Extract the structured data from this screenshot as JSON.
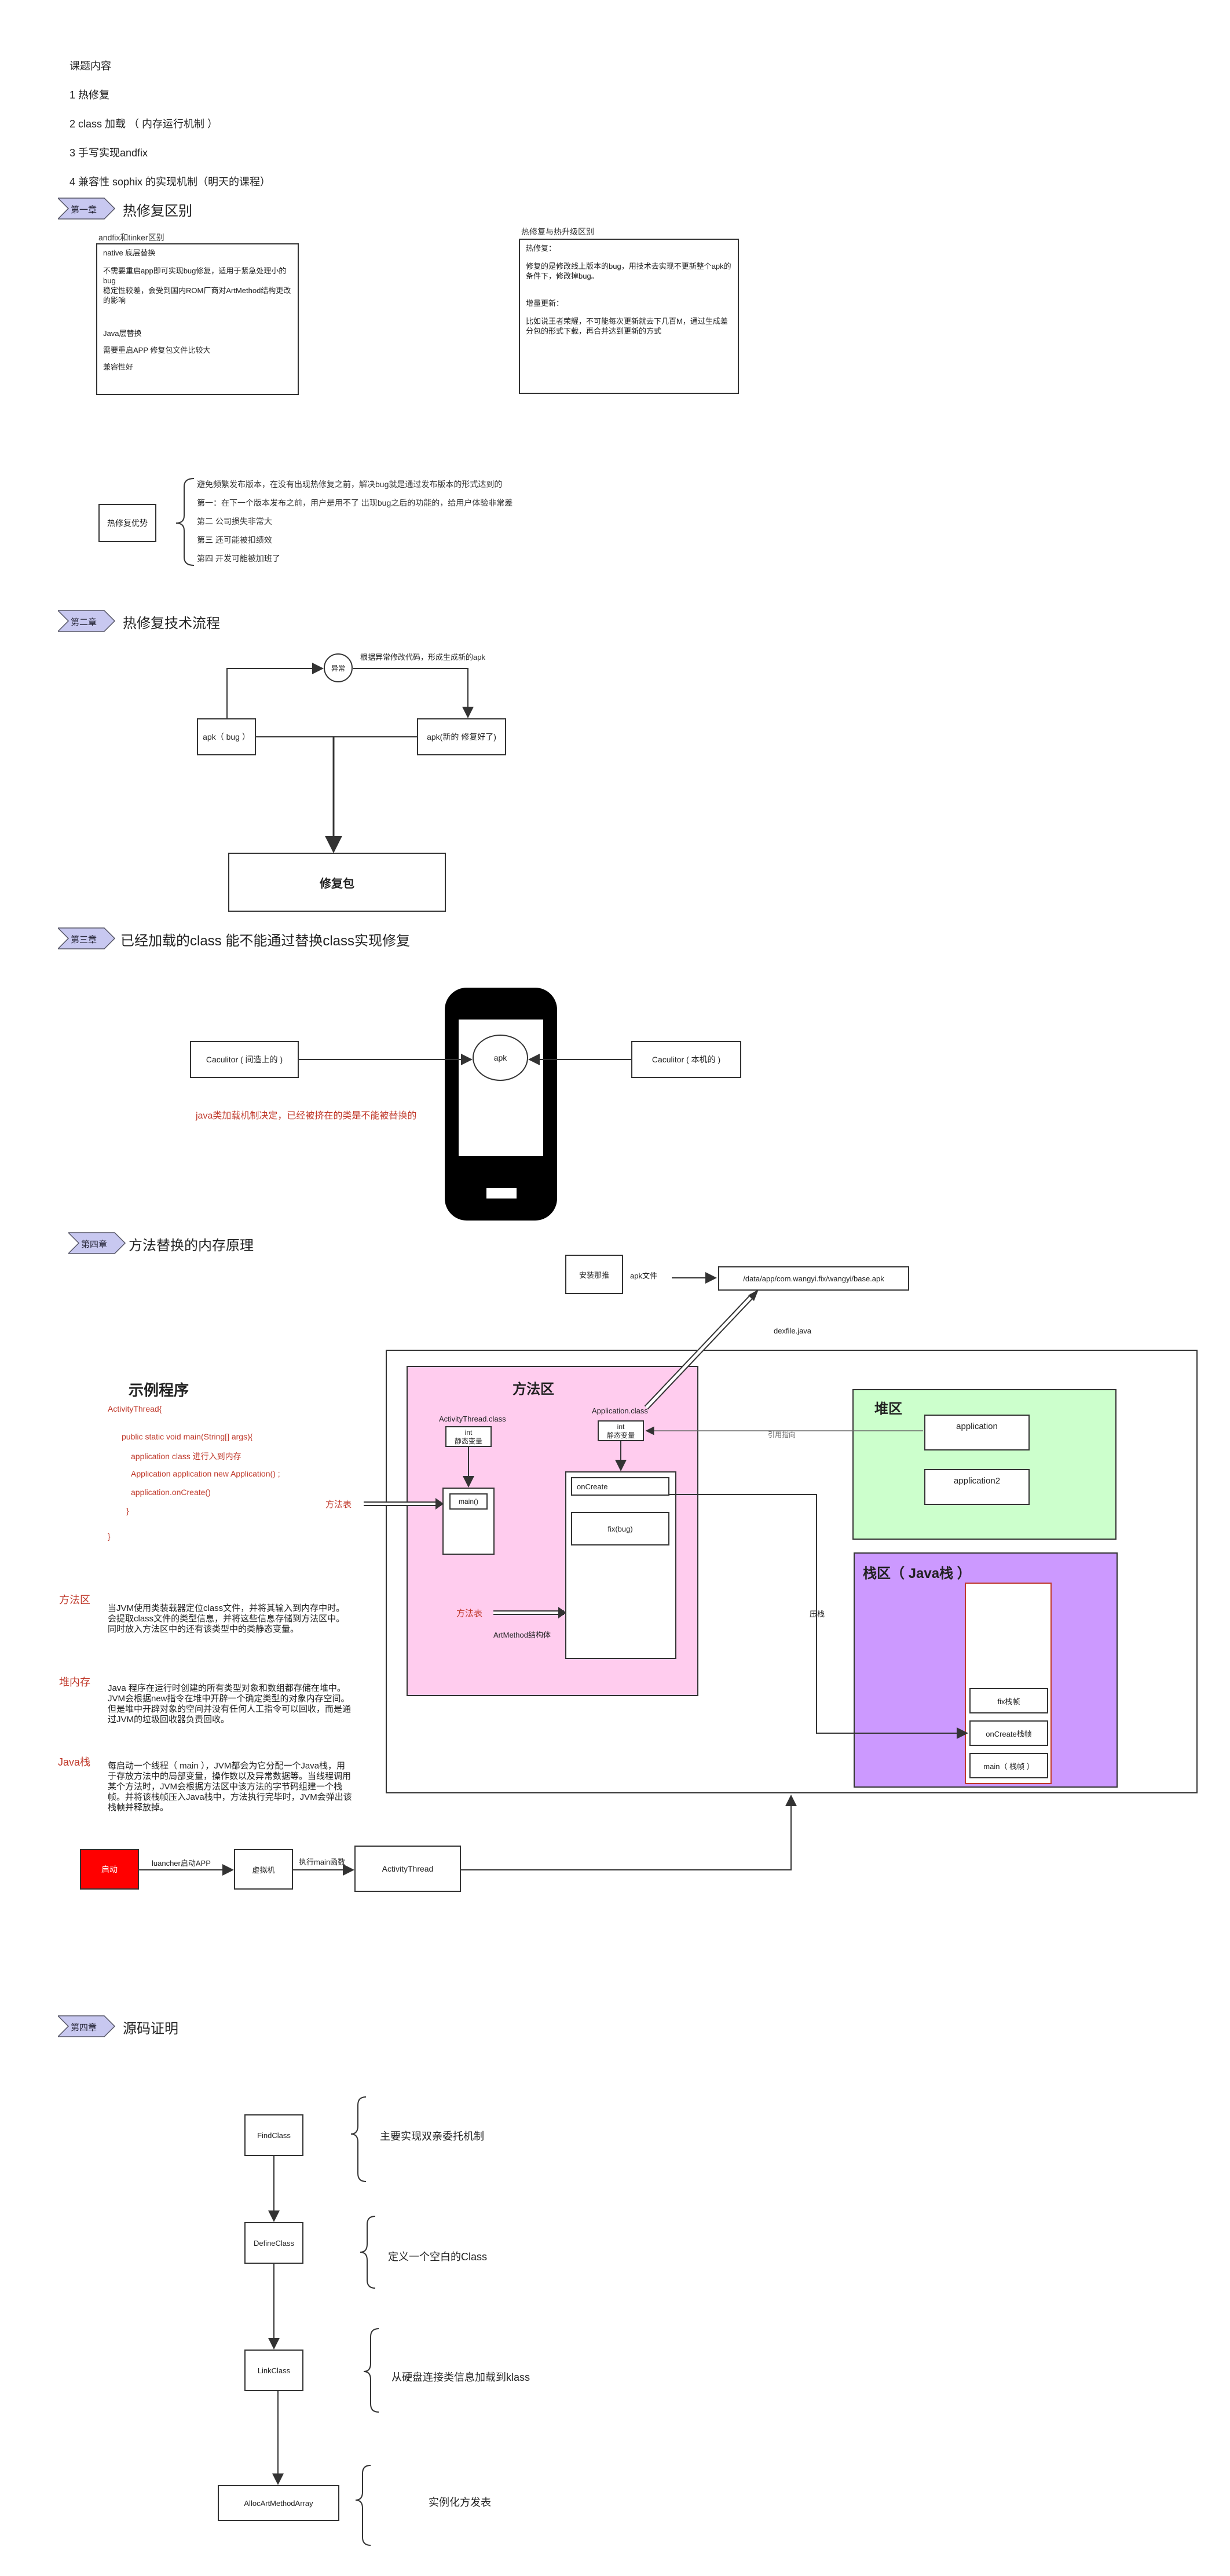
{
  "course": {
    "heading": "课题内容",
    "items": [
      "1  热修复",
      "2  class 加载 （ 内存运行机制 ）",
      "3 手写实现andfix",
      "4 兼容性  sophix  的实现机制（明天的课程）"
    ]
  },
  "section1": {
    "tag": "第一章",
    "title": "热修复区别",
    "left_box": {
      "caption": "andfix和tinker区别",
      "lines": [
        "native 底层替换",
        "不需要重启app即可实现bug修复，适用于紧急处理小的bug",
        "稳定性较差，会受到国内ROM厂商对ArtMethod结构更改的影响",
        "Java层替换",
        "需要重启APP  修复包文件比较大",
        "兼容性好"
      ]
    },
    "right_box": {
      "caption": "热修复与热升级区别",
      "lines": [
        "热修复：",
        "修复的是修改线上版本的bug，用技术去实现不更新整个apk的条件下，修改掉bug。",
        "增量更新：",
        "比如说王者荣耀，不可能每次更新就去下几百M，通过生成差分包的形式下载，再合并达到更新的方式"
      ]
    },
    "advantage_label": "热修复优势",
    "advantages": [
      "避免频繁发布版本，在没有出现热修复之前，解决bug就是通过发布版本的形式达到的",
      "第一：在下一个版本发布之前，用户是用不了  出现bug之后的功能的，给用户体验非常差",
      "第二  公司损失非常大",
      "第三  还可能被扣绩效",
      "第四  开发可能被加班了"
    ]
  },
  "section2": {
    "tag": "第二章",
    "title": "热修复技术流程",
    "apk_bug": "apk（ bug ）",
    "fix_node": "异常",
    "fix_note": "根据异常修改代码，形成生成新的apk",
    "apk_new": "apk(新的 修复好了)",
    "patch": "修复包"
  },
  "section3": {
    "tag": "第三章",
    "title": "已经加载的class  能不能通过替换class实现修复",
    "left_box": "Caculitor ( 间造上的 )",
    "right_box": "Caculitor ( 本机的 )",
    "phone_label": "apk",
    "note": "java类加载机制决定，已经被挤在的类是不能被替换的"
  },
  "section4": {
    "tag": "第四章",
    "title": "方法替换的内存原理",
    "install_label": "安装那推",
    "apk_file": "apk文件",
    "apk_path": "/data/app/com.wangyi.fix/wangyi/base.apk",
    "dexfile": "dexfile.java",
    "example_title": "示例程序",
    "code": [
      "ActivityThread{",
      "public static void main(String[] args){",
      "application  class 进行入到内存",
      "Application  application  new Application() ;",
      "application.onCreate()",
      "}",
      "}"
    ],
    "method_table_label": "方法表",
    "method_table_label2": "方法表",
    "method_area": "方法区",
    "activity_thread_class": "ActivityThread.class",
    "int_label1": "int",
    "static_var1": "静态变量",
    "main_method": "main()",
    "application_class": "Application.class",
    "int_label2": "int",
    "static_var2": "静态变量",
    "oncreate": "onCreate",
    "fixbug": "fix(bug)",
    "artmethod": "ArtMethod结构体",
    "heap": "堆区",
    "app1": "application",
    "app2": "application2",
    "ref_label": "引用指向",
    "stack": "栈区（ Java栈 ）",
    "frame_fix": "fix栈帧",
    "frame_oncreate": "onCreate栈帧",
    "frame_main": "main（ 栈帧 ）",
    "push_label": "压栈",
    "defs": [
      {
        "term": "方法区",
        "text": "当JVM使用类装载器定位class文件，并将其输入到内存中时。会提取class文件的类型信息，并将这些信息存储到方法区中。同时放入方法区中的还有该类型中的类静态变量。"
      },
      {
        "term": "堆内存",
        "text": "Java 程序在运行时创建的所有类型对象和数组都存储在堆中。JVM会根据new指令在堆中开辟一个确定类型的对象内存空间。但是堆中开辟对象的空间并没有任何人工指令可以回收，而是通过JVM的垃圾回收器负责回收。"
      },
      {
        "term": "Java栈",
        "text": "每启动一个线程（ main ），JVM都会为它分配一个Java栈，用于存放方法中的局部变量，操作数以及异常数据等。当线程调用某个方法时，JVM会根据方法区中该方法的字节码组建一个栈帧。并将该栈帧压入Java栈中，方法执行完毕时，JVM会弹出该栈帧并释放掉。"
      }
    ],
    "start_label": "启动",
    "launcher": "luancher启动APP",
    "vm": "虚拟机",
    "exec_main": "执行main函数",
    "activity_thread": "ActivityThread"
  },
  "section5": {
    "tag": "第四章",
    "title": "源码证明",
    "steps": [
      {
        "name": "FindClass",
        "desc": "主要实现双亲委托机制"
      },
      {
        "name": "DefineClass",
        "desc": "定义一个空白的Class"
      },
      {
        "name": "LinkClass",
        "desc": "从硬盘连接类信息加载到klass"
      },
      {
        "name": "AllocArtMethodArray",
        "desc": "实例化方发表"
      }
    ]
  },
  "colors": {
    "tag_fill": "#c8c8f0",
    "method_area": "#ffccee",
    "heap": "#ccffcc",
    "stack": "#cc99ff",
    "start_red": "#ff0000",
    "note_red": "#c0392b"
  }
}
